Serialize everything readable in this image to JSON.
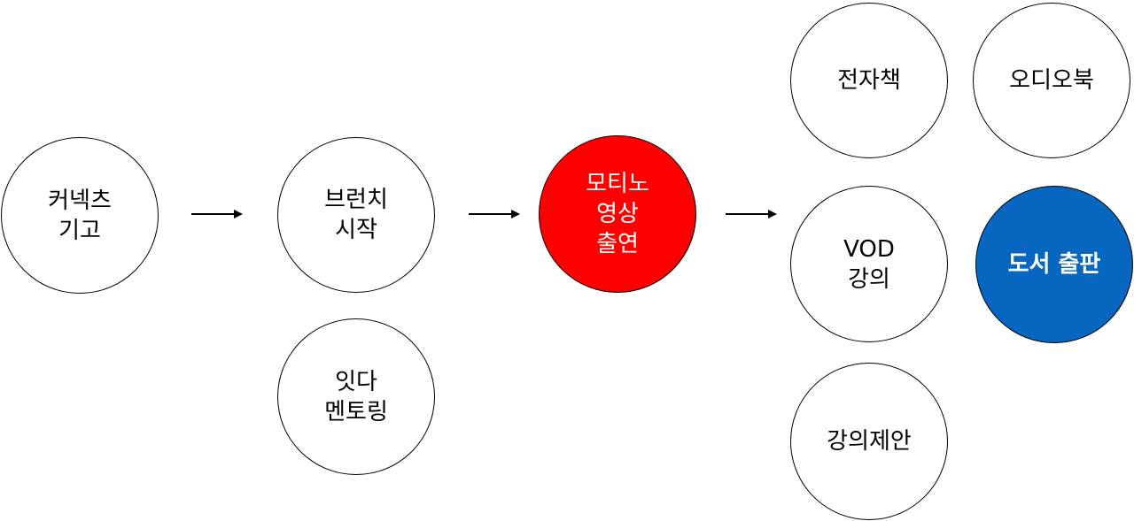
{
  "nodes": {
    "connects": "커넥츠\n기고",
    "brunch": "브런치\n시작",
    "itda": "잇다\n멘토링",
    "motino": "모티노\n영상\n출연",
    "ebook": "전자책",
    "audiobook": "오디오북",
    "vod": "VOD\n강의",
    "book": "도서 출판",
    "lecture": "강의제안"
  },
  "colors": {
    "highlight_red": "#ff0000",
    "highlight_blue": "#0766c0"
  }
}
